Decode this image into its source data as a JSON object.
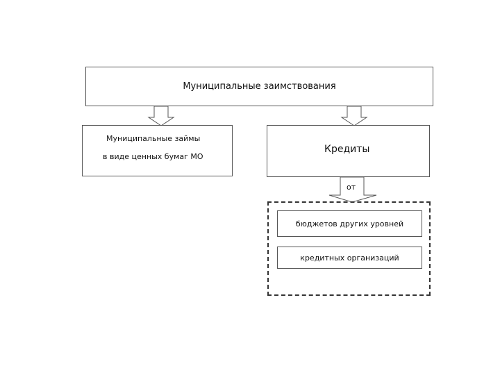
{
  "diagram": {
    "top_box": {
      "label": "Муниципальные заимствования"
    },
    "left_box": {
      "line1": "Муниципальные займы",
      "line2": "в виде ценных бумаг МО"
    },
    "right_box": {
      "label": "Кредиты"
    },
    "connector_label": "от",
    "sources": [
      {
        "label": "бюджетов других уровней"
      },
      {
        "label": "кредитных организаций"
      }
    ]
  }
}
